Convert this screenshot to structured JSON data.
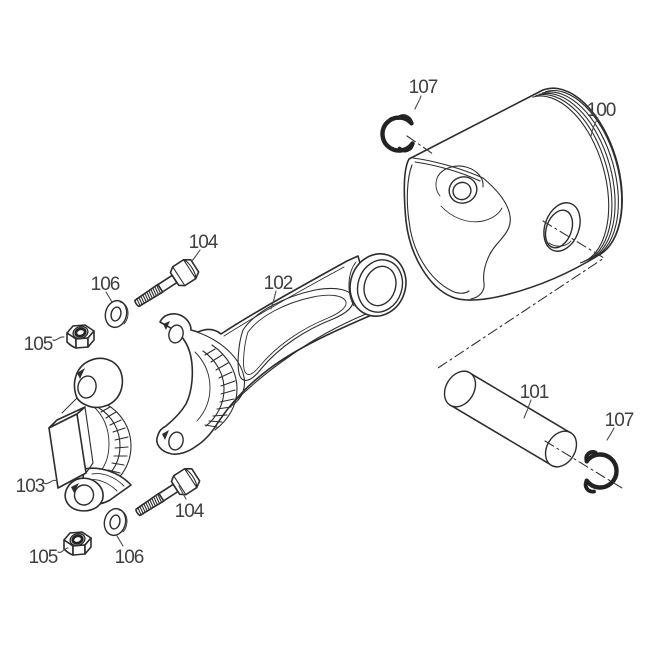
{
  "figure": {
    "kind": "exploded-parts-diagram",
    "background": "#ffffff",
    "line_color": "#2d2d2d",
    "label_color": "#3f3f3f"
  },
  "callouts": [
    {
      "part": "107",
      "target": "retaining-clip-upper"
    },
    {
      "part": "100",
      "target": "piston"
    },
    {
      "part": "104",
      "target": "rod-bolt-upper"
    },
    {
      "part": "106",
      "target": "washer-upper"
    },
    {
      "part": "102",
      "target": "connecting-rod"
    },
    {
      "part": "105",
      "target": "nut-upper"
    },
    {
      "part": "103",
      "target": "rod-cap"
    },
    {
      "part": "104",
      "target": "rod-bolt-lower"
    },
    {
      "part": "106",
      "target": "washer-lower"
    },
    {
      "part": "105",
      "target": "nut-lower"
    },
    {
      "part": "101",
      "target": "wrist-pin"
    },
    {
      "part": "107",
      "target": "retaining-clip-lower"
    }
  ]
}
